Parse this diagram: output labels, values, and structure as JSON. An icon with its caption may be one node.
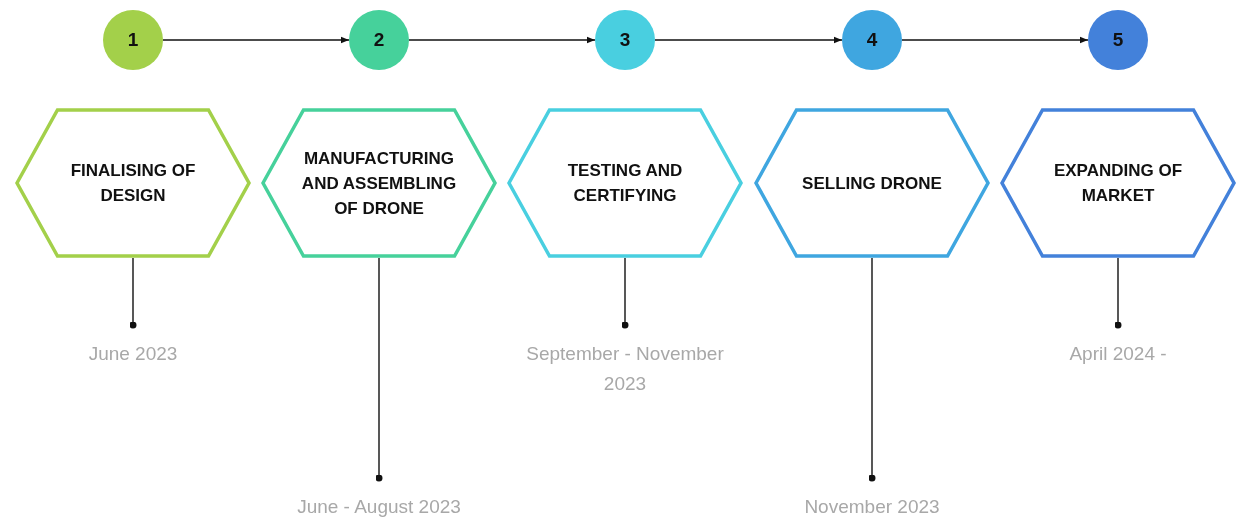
{
  "diagram": {
    "nodes": [
      {
        "text": [
          "1"
        ]
      },
      {
        "text": [
          "2"
        ]
      },
      {
        "text": [
          "3"
        ]
      },
      {
        "text": [
          "4"
        ]
      },
      {
        "text": [
          "5"
        ]
      },
      {
        "text": [
          "FINALISING OF DESIGN"
        ]
      },
      {
        "text": [
          "MANUFACTURING AND ASSEMBLING OF DRONE"
        ]
      },
      {
        "text": [
          "TESTING AND CERTIFYING"
        ]
      },
      {
        "text": [
          "SELLING DRONE"
        ]
      },
      {
        "text": [
          "EXPANDING OF MARKET"
        ]
      },
      {
        "text": [
          "June 2023"
        ]
      },
      {
        "text": [
          "June - August 2023"
        ]
      },
      {
        "text": [
          "September - November 2023"
        ]
      },
      {
        "text": [
          "November 2023"
        ]
      },
      {
        "text": [
          "April 2024 -"
        ]
      }
    ],
    "edges": [
      {
        "from": 0,
        "to": 1,
        "arrow": "to"
      },
      {
        "from": 1,
        "to": 2,
        "arrow": "to"
      },
      {
        "from": 2,
        "to": 3,
        "arrow": "to"
      },
      {
        "from": 3,
        "to": 4,
        "arrow": "to"
      },
      {
        "from": 5,
        "to": 10,
        "arrow": "other"
      },
      {
        "from": 6,
        "to": 11,
        "arrow": "other"
      },
      {
        "from": 7,
        "to": 12,
        "arrow": "other"
      },
      {
        "from": 8,
        "to": 13,
        "arrow": "other"
      },
      {
        "from": 9,
        "to": 14,
        "arrow": "other"
      }
    ]
  }
}
